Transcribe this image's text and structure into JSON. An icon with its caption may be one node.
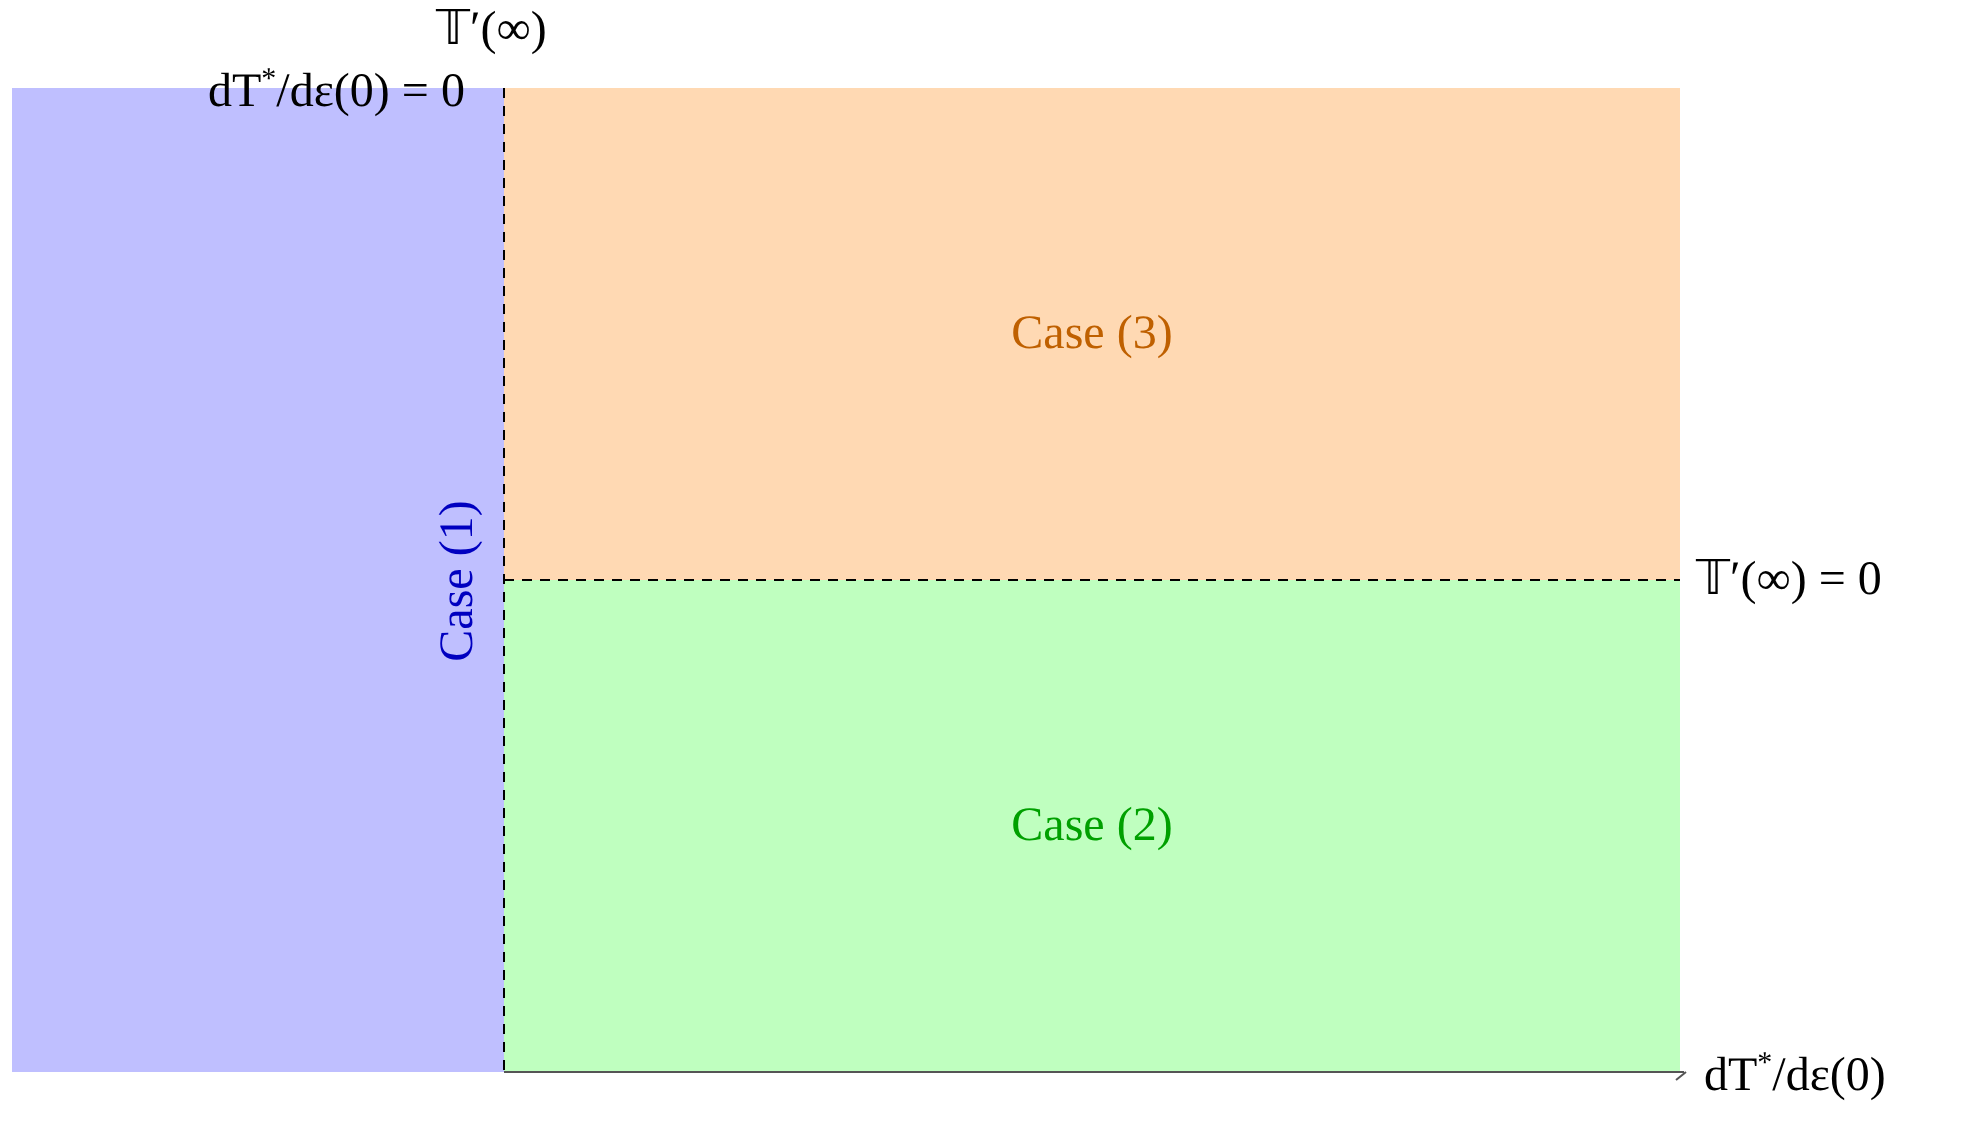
{
  "diagram": {
    "nodes": [
      {
        "text": [
          "Case (1)"
        ]
      },
      {
        "text": [
          "Case (3)"
        ]
      },
      {
        "text": [
          "Case (2)"
        ]
      }
    ],
    "labels": [
      "𝕋′(∞)",
      "dT$^{*}$/dε(0) = 0",
      "𝕋′(∞) = 0",
      "dT$^{*}$/dε(0)"
    ]
  }
}
